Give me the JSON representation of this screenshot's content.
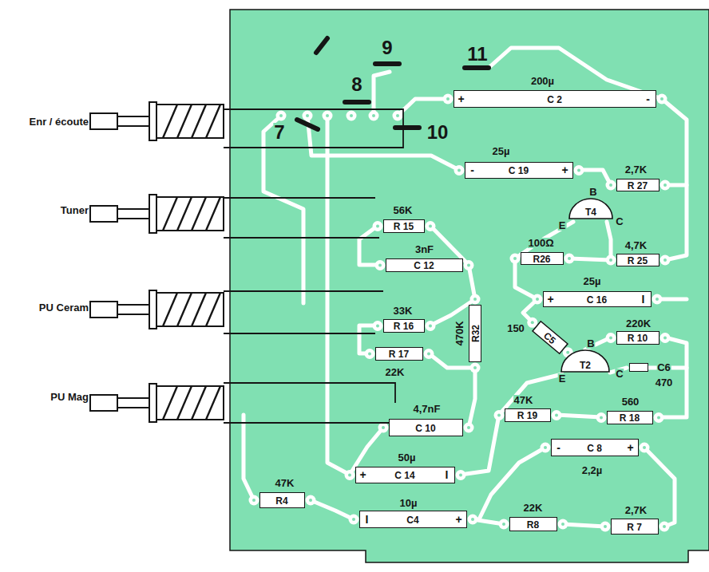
{
  "diagram": {
    "nodes": [
      {
        "text": [
          "200µ",
          "+",
          "C 2",
          "-"
        ]
      },
      {
        "text": [
          "25µ",
          "-",
          "C 19",
          "+"
        ]
      },
      {
        "text": [
          "2,7K",
          "R 27"
        ]
      },
      {
        "text": [
          "T4",
          "B",
          "E",
          "C"
        ]
      },
      {
        "text": [
          "56K",
          "R 15"
        ]
      },
      {
        "text": [
          "3nF",
          "C 12"
        ]
      },
      {
        "text": [
          "100Ω",
          "R26"
        ]
      },
      {
        "text": [
          "4,7K",
          "R 25"
        ]
      },
      {
        "text": [
          "25µ",
          "+",
          "C 16",
          "I"
        ]
      },
      {
        "text": [
          "470K",
          "R32"
        ]
      },
      {
        "text": [
          "33K",
          "R 16"
        ]
      },
      {
        "text": [
          "150",
          "C5"
        ]
      },
      {
        "text": [
          "220K",
          "R 10"
        ]
      },
      {
        "text": [
          "R 17",
          "22K"
        ]
      },
      {
        "text": [
          "T2",
          "B",
          "E",
          "C"
        ]
      },
      {
        "text": [
          "C6",
          "470"
        ]
      },
      {
        "text": [
          "4,7nF",
          "C 10"
        ]
      },
      {
        "text": [
          "47K",
          "R 19"
        ]
      },
      {
        "text": [
          "560",
          "R 18"
        ]
      },
      {
        "text": [
          "-",
          "C 8",
          "+",
          "2,2µ"
        ]
      },
      {
        "text": [
          "50µ",
          "+",
          "C 14",
          "I"
        ]
      },
      {
        "text": [
          "47K",
          "R4"
        ]
      },
      {
        "text": [
          "10µ",
          "I",
          "C4",
          "+"
        ]
      },
      {
        "text": [
          "22K",
          "R8"
        ]
      },
      {
        "text": [
          "2,7K",
          "R 7"
        ]
      }
    ],
    "labels": [
      "Enr / écoute",
      "Tuner",
      "PU Ceram",
      "PU Mag",
      "7",
      "8",
      "9",
      "10",
      "11"
    ]
  }
}
